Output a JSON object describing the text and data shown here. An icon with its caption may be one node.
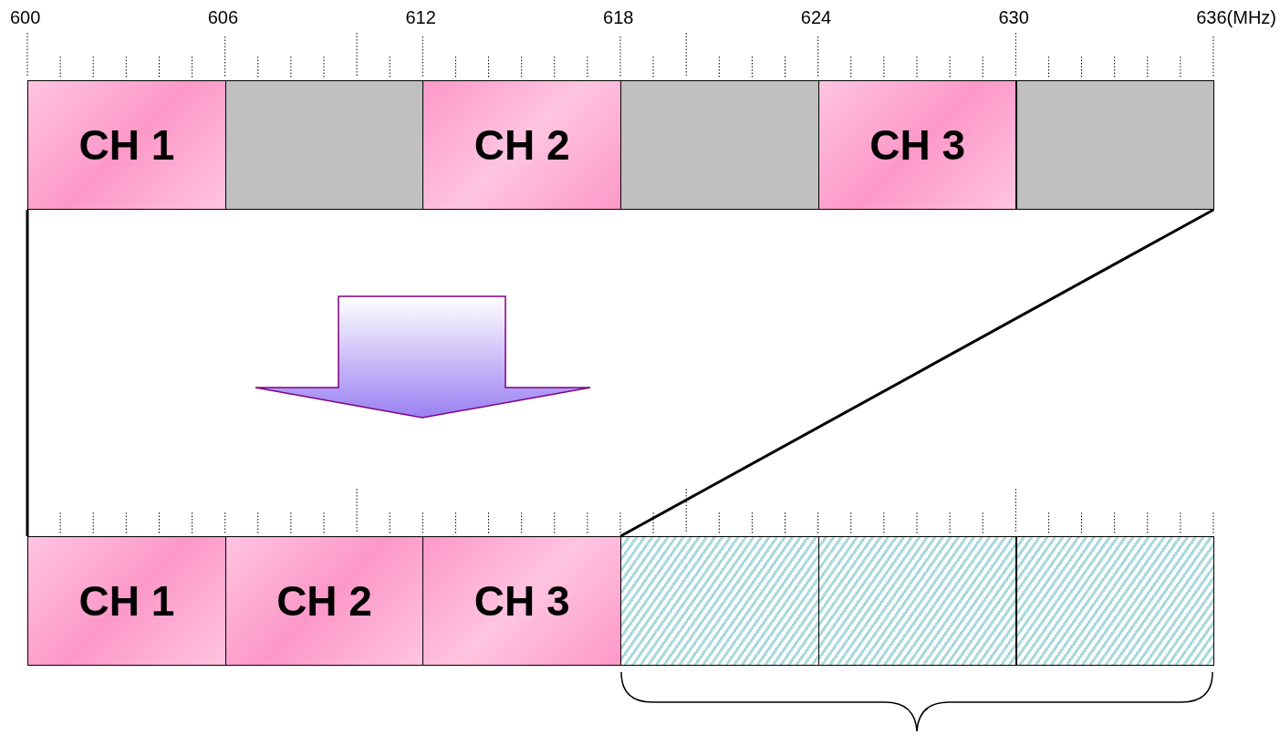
{
  "diagram": {
    "nodes": [
      {
        "text": [
          "CH 1"
        ]
      },
      {
        "text": [],
        "shape": "box"
      },
      {
        "text": [
          "CH 2"
        ]
      },
      {
        "text": [],
        "shape": "box"
      },
      {
        "text": [
          "CH 3"
        ]
      },
      {
        "text": [],
        "shape": "box"
      },
      {
        "text": [
          "CH 1"
        ]
      },
      {
        "text": [
          "CH 2"
        ]
      },
      {
        "text": [
          "CH 3"
        ]
      },
      {
        "text": [],
        "shape": "box"
      },
      {
        "text": [],
        "shape": "box"
      },
      {
        "text": [],
        "shape": "box"
      }
    ],
    "edges": [
      {
        "from": 0,
        "to": 6,
        "arrow": "none"
      },
      {
        "from": 5,
        "to": 9,
        "arrow": "none"
      }
    ],
    "labels": [
      "600",
      "606",
      "612",
      "618",
      "624",
      "630",
      "636(MHz)"
    ]
  }
}
